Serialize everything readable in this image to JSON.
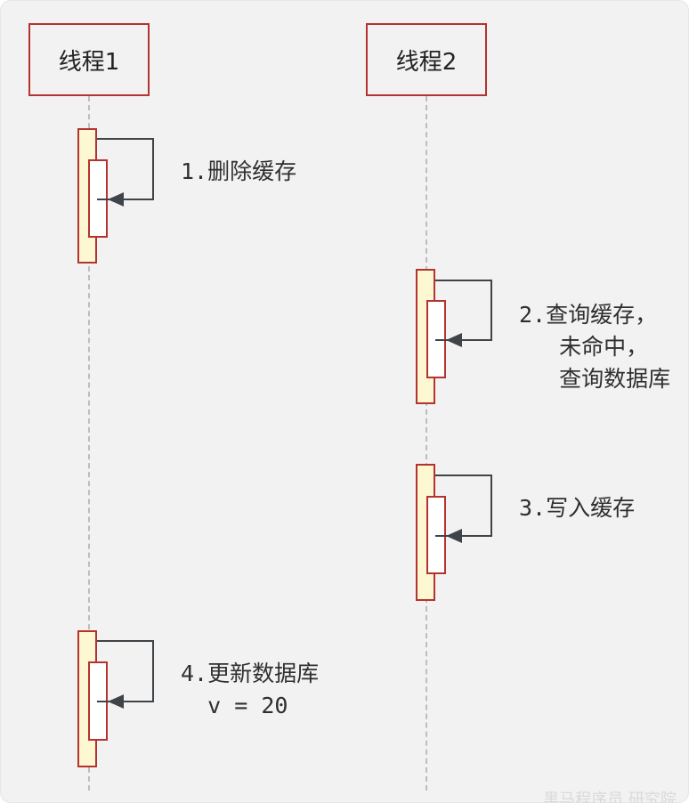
{
  "participants": [
    {
      "label": "线程1"
    },
    {
      "label": "线程2"
    }
  ],
  "messages": [
    {
      "step": "1.",
      "lines": [
        "删除缓存"
      ]
    },
    {
      "step": "2.",
      "lines": [
        "查询缓存，",
        "未命中，",
        "查询数据库"
      ]
    },
    {
      "step": "3.",
      "lines": [
        "写入缓存"
      ]
    },
    {
      "step": "4.",
      "lines": [
        "更新数据库",
        "v = 20"
      ]
    }
  ],
  "watermark": "黑马程序员 研究院",
  "colors": {
    "background": "#f2f2f2",
    "border_red": "#b5332e",
    "activation_fill": "#fdf7d2",
    "arrow": "#3f4448",
    "lifeline": "#bdbdbd",
    "text": "#2f2f2f"
  }
}
